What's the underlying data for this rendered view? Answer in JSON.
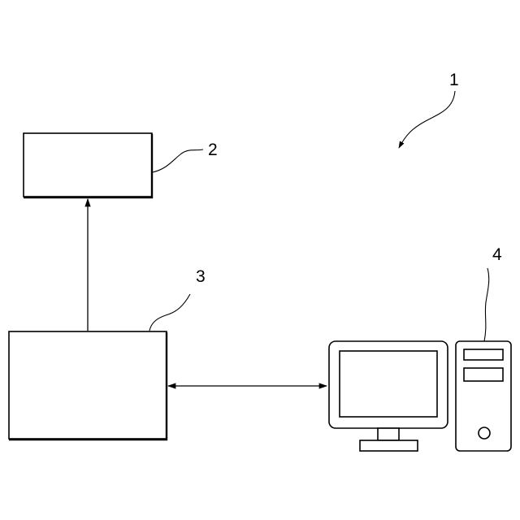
{
  "labels": {
    "system": "1",
    "upper_box": "2",
    "lower_box": "3",
    "computer": "4"
  },
  "icons": {
    "computer": "desktop-computer-icon"
  }
}
